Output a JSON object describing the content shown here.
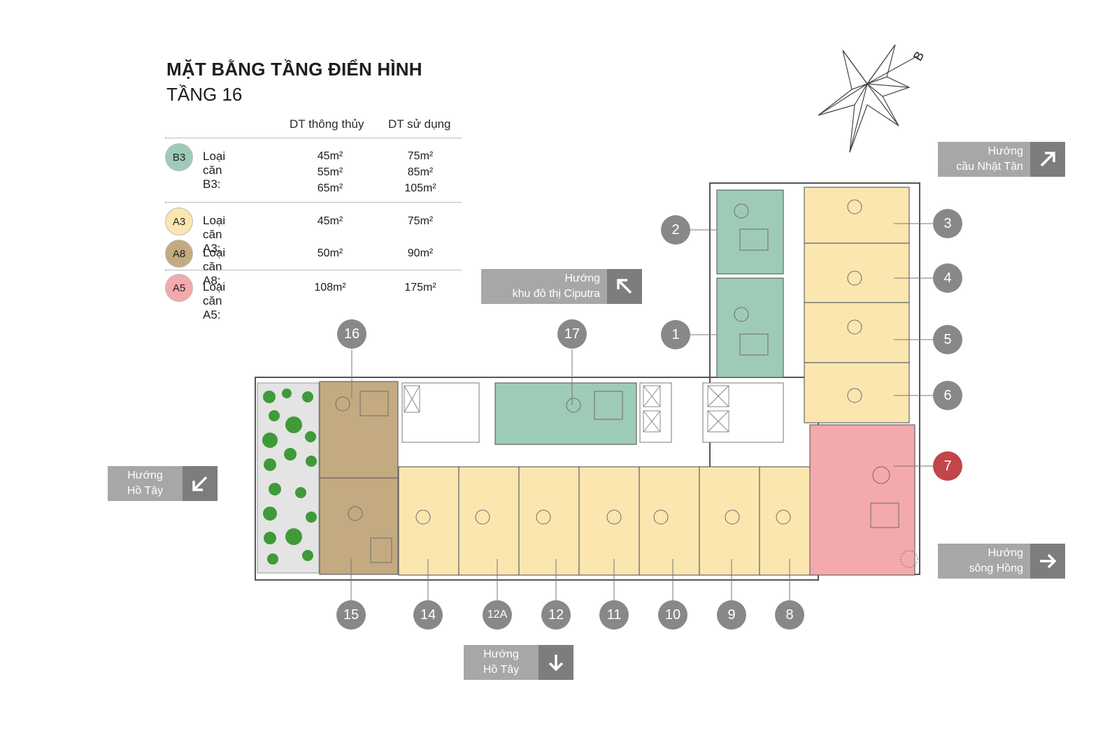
{
  "header": {
    "title": "MẶT BẰNG TẦNG ĐIỂN HÌNH",
    "subtitle": "TẦNG 16"
  },
  "table": {
    "col_clear_area": "DT thông thủy",
    "col_usable_area": "DT sử dụng",
    "rows": [
      {
        "badge": "B3",
        "label": "Loại căn B3:",
        "clear": [
          "45m²",
          "55m²",
          "65m²"
        ],
        "usable": [
          "75m²",
          "85m²",
          "105m²"
        ],
        "color": "#9ecbb8"
      },
      {
        "badge": "A3",
        "label": "Loại căn A3:",
        "clear": [
          "45m²"
        ],
        "usable": [
          "75m²"
        ],
        "color": "#fbe6b0"
      },
      {
        "badge": "A8",
        "label": "Loại căn A8:",
        "clear": [
          "50m²"
        ],
        "usable": [
          "90m²"
        ],
        "color": "#c3aa80"
      },
      {
        "badge": "A5",
        "label": "Loại căn A5:",
        "clear": [
          "108m²"
        ],
        "usable": [
          "175m²"
        ],
        "color": "#f4a9ac"
      }
    ]
  },
  "directions": {
    "nhat_tan": {
      "line1": "Hướng",
      "line2": "cầu Nhật Tân",
      "arrow": "arrow-up-right-icon"
    },
    "ciputra": {
      "line1": "Hướng",
      "line2": "khu đô thị Ciputra",
      "arrow": "arrow-up-left-icon"
    },
    "ho_tay_left": {
      "line1": "Hướng",
      "line2": "Hồ Tây",
      "arrow": "arrow-down-left-icon"
    },
    "song_hong": {
      "line1": "Hướng",
      "line2": "sông Hồng",
      "arrow": "arrow-right-icon"
    },
    "ho_tay_bottom": {
      "line1": "Hướng",
      "line2": "Hồ Tây",
      "arrow": "arrow-down-icon"
    }
  },
  "compass": {
    "label": "B"
  },
  "units": [
    {
      "id": "1",
      "type": "B3"
    },
    {
      "id": "2",
      "type": "B3"
    },
    {
      "id": "3",
      "type": "A3"
    },
    {
      "id": "4",
      "type": "A3"
    },
    {
      "id": "5",
      "type": "A3"
    },
    {
      "id": "6",
      "type": "A3"
    },
    {
      "id": "7",
      "type": "A5"
    },
    {
      "id": "8",
      "type": "A3"
    },
    {
      "id": "9",
      "type": "A3"
    },
    {
      "id": "10",
      "type": "A3"
    },
    {
      "id": "11",
      "type": "A3"
    },
    {
      "id": "12",
      "type": "A3"
    },
    {
      "id": "12A",
      "type": "A3"
    },
    {
      "id": "14",
      "type": "A3"
    },
    {
      "id": "15",
      "type": "A8"
    },
    {
      "id": "16",
      "type": "A8"
    },
    {
      "id": "17",
      "type": "B3"
    }
  ],
  "colors": {
    "b3": "#9ecbb8",
    "a3": "#fbe6b0",
    "a8": "#c3aa80",
    "a5": "#f4a9ac",
    "marker": "#888888",
    "marker_selected": "#c2454a"
  }
}
